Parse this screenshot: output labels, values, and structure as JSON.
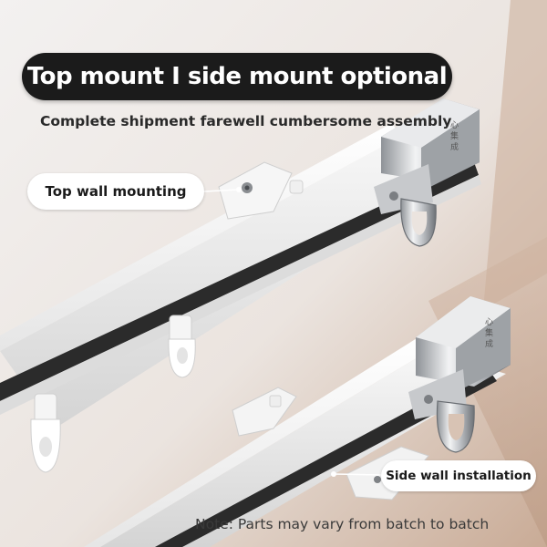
{
  "title": "Top mount I side mount optional",
  "subtitle": "Complete shipment farewell cumbersome assembly",
  "callouts": {
    "top_wall": "Top wall mounting",
    "side_wall": "Side wall installation"
  },
  "note": "Note: Parts may vary from batch to batch",
  "colors": {
    "background_light": "#ece6e2",
    "background_wall": "#c8aa96",
    "title_pill": "#1b1b1b",
    "rail_white": "#f4f4f4",
    "rail_track": "#2a2a2a",
    "chrome": "#b9bcc0"
  }
}
